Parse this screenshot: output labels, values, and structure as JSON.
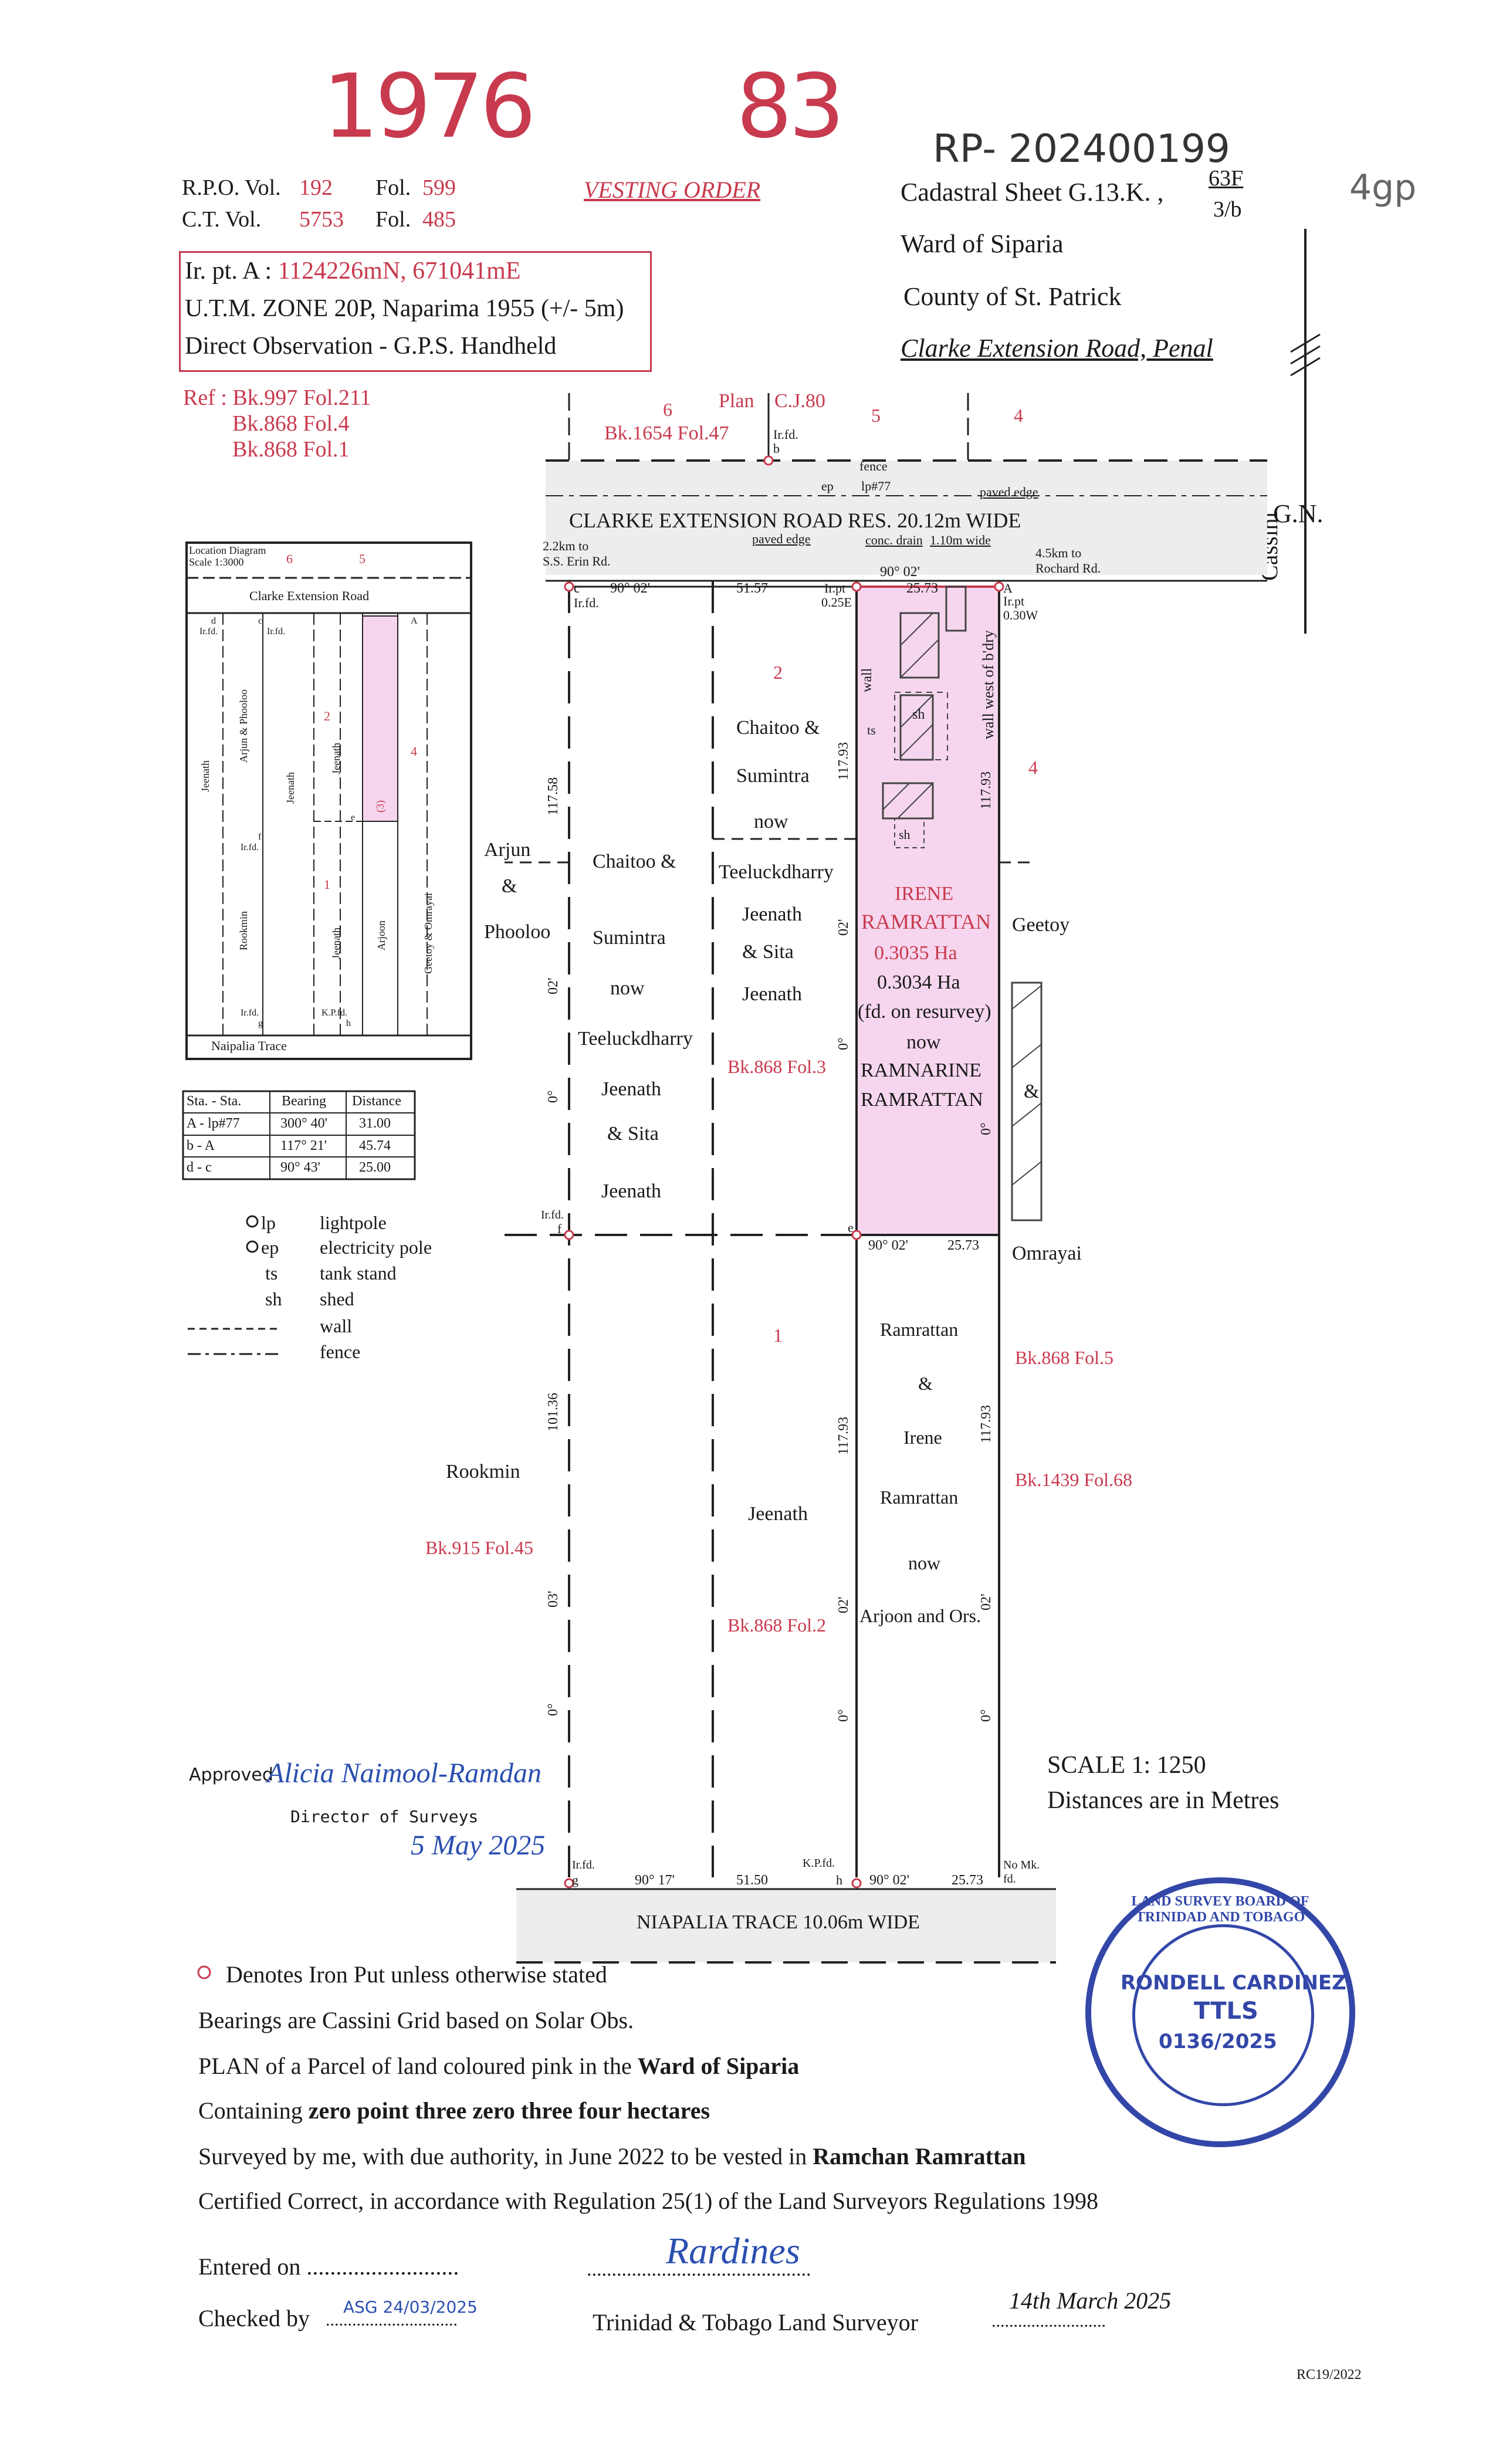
{
  "header": {
    "number_left": "1976",
    "number_right": "83",
    "rp_number": "RP- 202400199",
    "pages_note": "4gp",
    "rpo_label": "R.P.O. Vol.",
    "rpo_vol": "192",
    "fol_label": "Fol.",
    "rpo_fol": "599",
    "ct_label": "C.T. Vol.",
    "ct_vol": "5753",
    "ct_fol": "485",
    "vesting": "VESTING ORDER",
    "cadastral": "Cadastral Sheet  G.13.K. ,",
    "sheet_top": "63F",
    "sheet_bottom": "3/b",
    "ward": "Ward  of  Siparia",
    "county": "County  of  St. Patrick",
    "road_name": "Clarke Extension Road, Penal"
  },
  "iron_point": {
    "line1_label": "Ir. pt. A : ",
    "line1_value": "1124226mN, 671041mE",
    "line2": "U.T.M. ZONE 20P, Naparima 1955 (+/- 5m)",
    "line3": "Direct Observation - G.P.S. Handheld"
  },
  "refs": [
    "Ref : Bk.997 Fol.211",
    "Bk.868 Fol.4",
    "Bk.868 Fol.1"
  ],
  "north": {
    "gn": "G.N.",
    "cassini": "Cassini"
  },
  "roads": {
    "clarke": "CLARKE     EXTENSION   ROAD   RES.   20.12m   WIDE",
    "niapalia": "NIAPALIA  TRACE  10.06m  WIDE",
    "to_erin_1": "2.2km to",
    "to_erin_2": "S.S. Erin Rd.",
    "to_rochard_1": "4.5km to",
    "to_rochard_2": "Rochard Rd.",
    "paved_edge_top": "paved edge",
    "paved_edge": "paved edge",
    "conc_drain": "conc. drain",
    "drain_width": "1.10m wide",
    "fence": "fence",
    "ep": "ep",
    "lp": "lp#77"
  },
  "top_labels": {
    "plan": "Plan",
    "cj": "C.J.80",
    "bk1654": "Bk.1654 Fol.47",
    "irfd_b1": "Ir.fd.",
    "irfd_b2": "b",
    "c6": "6",
    "c5": "5",
    "c4": "4"
  },
  "parcels": {
    "arjun": [
      "Arjun",
      "&",
      "Phooloo"
    ],
    "chaitoo_left": [
      "Chaitoo &",
      "Sumintra",
      "now",
      "Teeluckdharry",
      "Jeenath",
      "& Sita",
      "Jeenath"
    ],
    "chaitoo_right": [
      "Chaitoo &",
      "Sumintra",
      "now",
      "Teeluckdharry",
      "Jeenath",
      "& Sita",
      "Jeenath"
    ],
    "subject": [
      "IRENE",
      "RAMRATTAN",
      "0.3035 Ha",
      "0.3034 Ha",
      "(fd. on resurvey)",
      "now",
      "RAMNARINE",
      "RAMRATTAN"
    ],
    "geetoy": [
      "Geetoy",
      "&",
      "Omrayai"
    ],
    "rookmin": "Rookmin",
    "jeenath": "Jeenath",
    "ramrattan": [
      "Ramrattan",
      "&",
      "Irene",
      "Ramrattan",
      "now",
      "Arjoon and Ors."
    ],
    "n1": "1",
    "n2": "2",
    "n4": "4"
  },
  "book_refs": {
    "bk868_3": "Bk.868 Fol.3",
    "bk868_5": "Bk.868 Fol.5",
    "bk1439": "Bk.1439 Fol.68",
    "bk915": "Bk.915 Fol.45",
    "bk868_2": "Bk.868 Fol.2"
  },
  "dims": {
    "top_90_02": "90°    02'",
    "top_5157": "51.57",
    "top_90_02b": "90°   02'",
    "top_2573": "25.73",
    "mid_90_02": "90°   02'",
    "mid_2573": "25.73",
    "bot_90_17": "90°   17'",
    "bot_5150": "51.50",
    "bot_90_02": "90°   02'",
    "bot_2573": "25.73",
    "v_11758": "117.58",
    "v_10136": "101.36",
    "v_11793a": "117.93",
    "v_11793b": "117.93",
    "v_11793c": "117.93",
    "v_11793d": "117.93",
    "deg0": "0°",
    "min02": "02'",
    "min03": "03'",
    "wall": "wall",
    "wall_west": "wall  west  of  b'dry",
    "sh": "sh",
    "ts": "ts"
  },
  "points": {
    "c": [
      "c",
      "Ir.fd."
    ],
    "a": [
      "A",
      "Ir.pt",
      "0.30W"
    ],
    "irpt": [
      "Ir.pt",
      "0.25E"
    ],
    "e": "e",
    "f": [
      "Ir.fd.",
      "f"
    ],
    "g": [
      "Ir.fd.",
      "g"
    ],
    "h": [
      "K.P.fd.",
      "h"
    ],
    "nomk": [
      "No Mk.",
      "fd."
    ]
  },
  "location_diagram": {
    "title": [
      "Location Diagram",
      "Scale 1:3000"
    ],
    "road": "Clarke   Extension   Road",
    "trace": "Naipalia        Trace",
    "names": [
      "Jeenath",
      "Arjun & Phooloo",
      "Jeenath",
      "Jeenath",
      "Rookmin",
      "Jeenath",
      "Arjoon",
      "Geetoy & Omrayai"
    ],
    "marks": [
      "d",
      "Ir.fd.",
      "c",
      "Ir.fd.",
      "A",
      "f",
      "Ir.fd.",
      "e",
      "Ir.fd.",
      "g",
      "K.P.fd.",
      "h",
      "6",
      "5",
      "2",
      "4",
      "1",
      "(3)"
    ]
  },
  "bearing_table": {
    "headers": [
      "Sta.  -  Sta.",
      "Bearing",
      "Distance"
    ],
    "rows": [
      [
        "A  -  lp#77",
        "300° 40'",
        "31.00"
      ],
      [
        "b  -  A",
        "117° 21'",
        "45.74"
      ],
      [
        "d  -  c",
        "90° 43'",
        "25.00"
      ]
    ]
  },
  "legend": [
    {
      "sym": "lp",
      "label": "lightpole"
    },
    {
      "sym": "ep",
      "label": "electricity pole"
    },
    {
      "sym": "ts",
      "label": "tank stand"
    },
    {
      "sym": "sh",
      "label": "shed"
    },
    {
      "sym": "",
      "label": "wall"
    },
    {
      "sym": "",
      "label": "fence"
    }
  ],
  "scale": {
    "line1": "SCALE 1: 1250",
    "line2": "Distances are in Metres"
  },
  "approval": {
    "approved": "Approved",
    "signature": "Alicia Naimool-Ramdan",
    "director": "Director  of  Surveys",
    "date": "5 May 2025"
  },
  "notes": {
    "iron_put": "Denotes Iron Put unless otherwise stated",
    "bearings": "Bearings are Cassini Grid based on Solar Obs.",
    "plan_pre": "PLAN of a Parcel of land coloured pink in the ",
    "plan_bold": "Ward of Siparia",
    "contain_pre": "Containing ",
    "contain_bold": "zero point three zero three four hectares",
    "surveyed_pre": "Surveyed by me, with due authority, in  June 2022 to be vested in ",
    "surveyed_bold": "Ramchan Ramrattan",
    "certified": "Certified Correct, in accordance with Regulation 25(1) of the Land Surveyors Regulations 1998"
  },
  "footer": {
    "entered": "Entered on ..........................",
    "checked_label": "Checked by",
    "checked_hw": "ASG 24/03/2025",
    "checked_dots": "..............................",
    "surveyor_dots": ".............................................",
    "surveyor_sig": "Rardines",
    "surveyor": "Trinidad & Tobago Land Surveyor",
    "date_hw": "14th March 2025",
    "date_dots": "..........................",
    "code": "RC19/2022"
  },
  "stamp": {
    "ring": "LAND SURVEY BOARD OF TRINIDAD AND TOBAGO",
    "name": "RONDELL CARDINEZ",
    "ttls": "TTLS",
    "num": "0136/2025"
  },
  "colors": {
    "pink_fill": "#f6d6ee",
    "red": "#c83a4e",
    "blue": "#2a4fb0"
  }
}
